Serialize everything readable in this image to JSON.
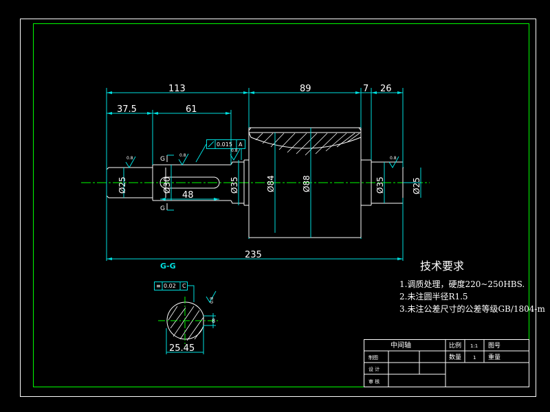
{
  "colors": {
    "background": "#000000",
    "outline": "#ffffff",
    "dimension": "#00e0e0",
    "border": "#00ff00"
  },
  "dimensions": {
    "d113": "113",
    "d89": "89",
    "d7": "7",
    "d26": "26",
    "d37_5": "37.5",
    "d61": "61",
    "d48": "48",
    "d235": "235",
    "dia25_left": "Ø25",
    "dia30": "Ø30",
    "dia35_left": "Ø35",
    "dia84": "Ø84",
    "dia88": "Ø88",
    "dia35_right": "Ø35",
    "dia25_right": "Ø25",
    "section_width": "25.45"
  },
  "tolerances": {
    "runout_value": "0.015",
    "runout_datum": "A",
    "sym_value": "0.02",
    "sym_datum": "C",
    "datum_a": "A",
    "datum_c": "C"
  },
  "roughness": "0.8",
  "section_marks": {
    "letter": "G",
    "view_title": "G-G"
  },
  "requirements": {
    "title": "技术要求",
    "items": [
      "1.调质处理，硬度220~250HBS.",
      "2.未注圆半径R1.5",
      "3.未注公差尺寸的公差等级GB/1804-m"
    ]
  },
  "title_block": {
    "part_name": "中间轴",
    "scale_label": "比例",
    "scale_value": "1:1",
    "drawing_no_label": "图号",
    "qty_label": "数量",
    "qty_value": "1",
    "weight_label": "重量",
    "drafter_label": "制图",
    "designer_label": "设 计",
    "checker_label": "审 核"
  }
}
